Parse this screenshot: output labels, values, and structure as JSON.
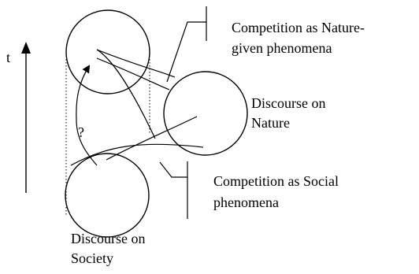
{
  "time_axis": {
    "label": "t"
  },
  "question_mark": "?",
  "labels": {
    "competition_nature": [
      "Competition as Nature-",
      "given phenomena"
    ],
    "discourse_nature": [
      "Discourse on",
      "Nature"
    ],
    "competition_social": [
      "Competition as Social",
      "phenomena"
    ],
    "discourse_society": [
      "Discourse on",
      "Society"
    ]
  }
}
